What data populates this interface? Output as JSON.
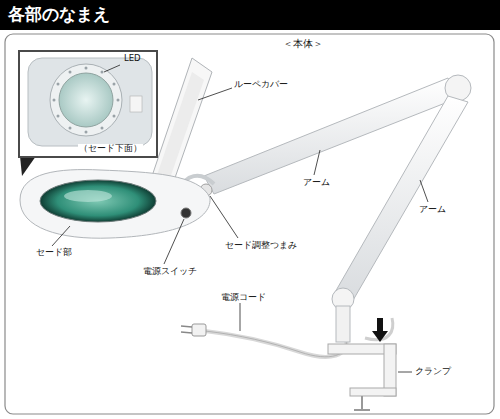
{
  "diagram": {
    "title": "各部のなまえ",
    "nodes": [
      {
        "text": [
          "LED",
          "（セード下面）"
        ]
      }
    ],
    "labels": [
      "＜本体＞",
      "ルーペカバー",
      "アーム",
      "アーム",
      "セード部",
      "電源スイッチ",
      "セード調整つまみ",
      "電源コード",
      "クランプ"
    ]
  }
}
